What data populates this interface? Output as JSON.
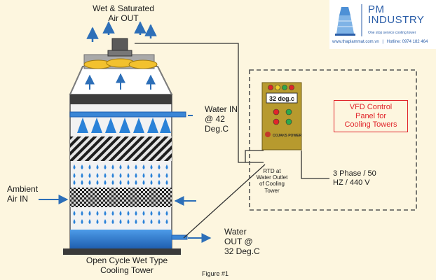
{
  "labels": {
    "air_out": "Wet & Saturated\nAir OUT",
    "water_in": "Water IN\n@ 42\nDeg.C",
    "ambient": "Ambient\nAir IN",
    "water_out": "Water\nOUT @\n32 Deg.C",
    "tower_name": "Open Cycle Wet Type\nCooling Tower",
    "figure": "Figure #1",
    "rtd": "RTD at\nWater Outlet\nof Cooling\nTower",
    "power": "3 Phase / 50\nHZ / 440 V",
    "vfd": "VFD Control\nPanel for\nCooling Towers",
    "display": "32 deg.c",
    "panel_brand": "COJAKS POWER"
  },
  "logo": {
    "brand_line1": "PM",
    "brand_line2": "INDUSTRY",
    "tagline": "One stop service cooling tower",
    "website": "www.thaplammat.com.vn",
    "separator": "|",
    "hotline": "Hotline: 0974 182 464"
  },
  "colors": {
    "background": "#fdf6df",
    "tower_gray": "#9a9a9a",
    "water_blue": "#2d7fd8",
    "panel_olive": "#b79a2e",
    "vfd_red": "#e0242a"
  }
}
